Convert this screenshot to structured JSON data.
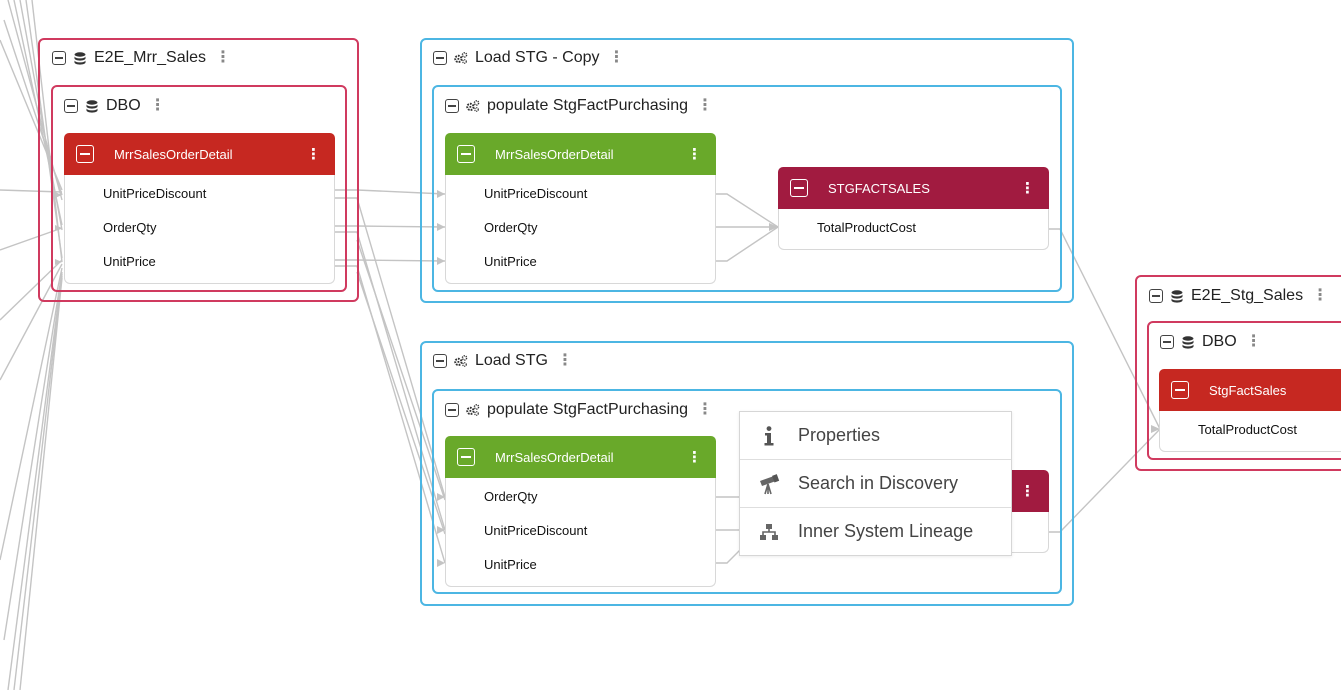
{
  "groups": {
    "mrr_sales": {
      "title": "E2E_Mrr_Sales",
      "schema": "DBO",
      "table": {
        "name": "MrrSalesOrderDetail",
        "columns": [
          "UnitPriceDiscount",
          "OrderQty",
          "UnitPrice"
        ]
      }
    },
    "load_stg_copy": {
      "title": "Load STG - Copy",
      "process": "populate StgFactPurchasing",
      "source": {
        "name": "MrrSalesOrderDetail",
        "columns": [
          "UnitPriceDiscount",
          "OrderQty",
          "UnitPrice"
        ]
      },
      "target": {
        "name": "STGFACTSALES",
        "columns": [
          "TotalProductCost"
        ]
      }
    },
    "load_stg": {
      "title": "Load STG",
      "process": "populate StgFactPurchasing",
      "source": {
        "name": "MrrSalesOrderDetail",
        "columns": [
          "OrderQty",
          "UnitPriceDiscount",
          "UnitPrice"
        ]
      }
    },
    "stg_sales": {
      "title": "E2E_Stg_Sales",
      "schema": "DBO",
      "table": {
        "name": "StgFactSales",
        "columns": [
          "TotalProductCost"
        ]
      }
    }
  },
  "kebab": "⋮",
  "context_menu": {
    "items": [
      {
        "label": "Properties",
        "icon": "info-icon"
      },
      {
        "label": "Search in Discovery",
        "icon": "telescope-icon"
      },
      {
        "label": "Inner System Lineage",
        "icon": "hierarchy-icon"
      }
    ]
  },
  "colors": {
    "database_border": "#d03a5f",
    "process_border": "#4cb6e3",
    "source_table": "#c62821",
    "etl_table": "#69a92a",
    "target_table": "#a11b40",
    "wire": "#c4c4c4"
  }
}
